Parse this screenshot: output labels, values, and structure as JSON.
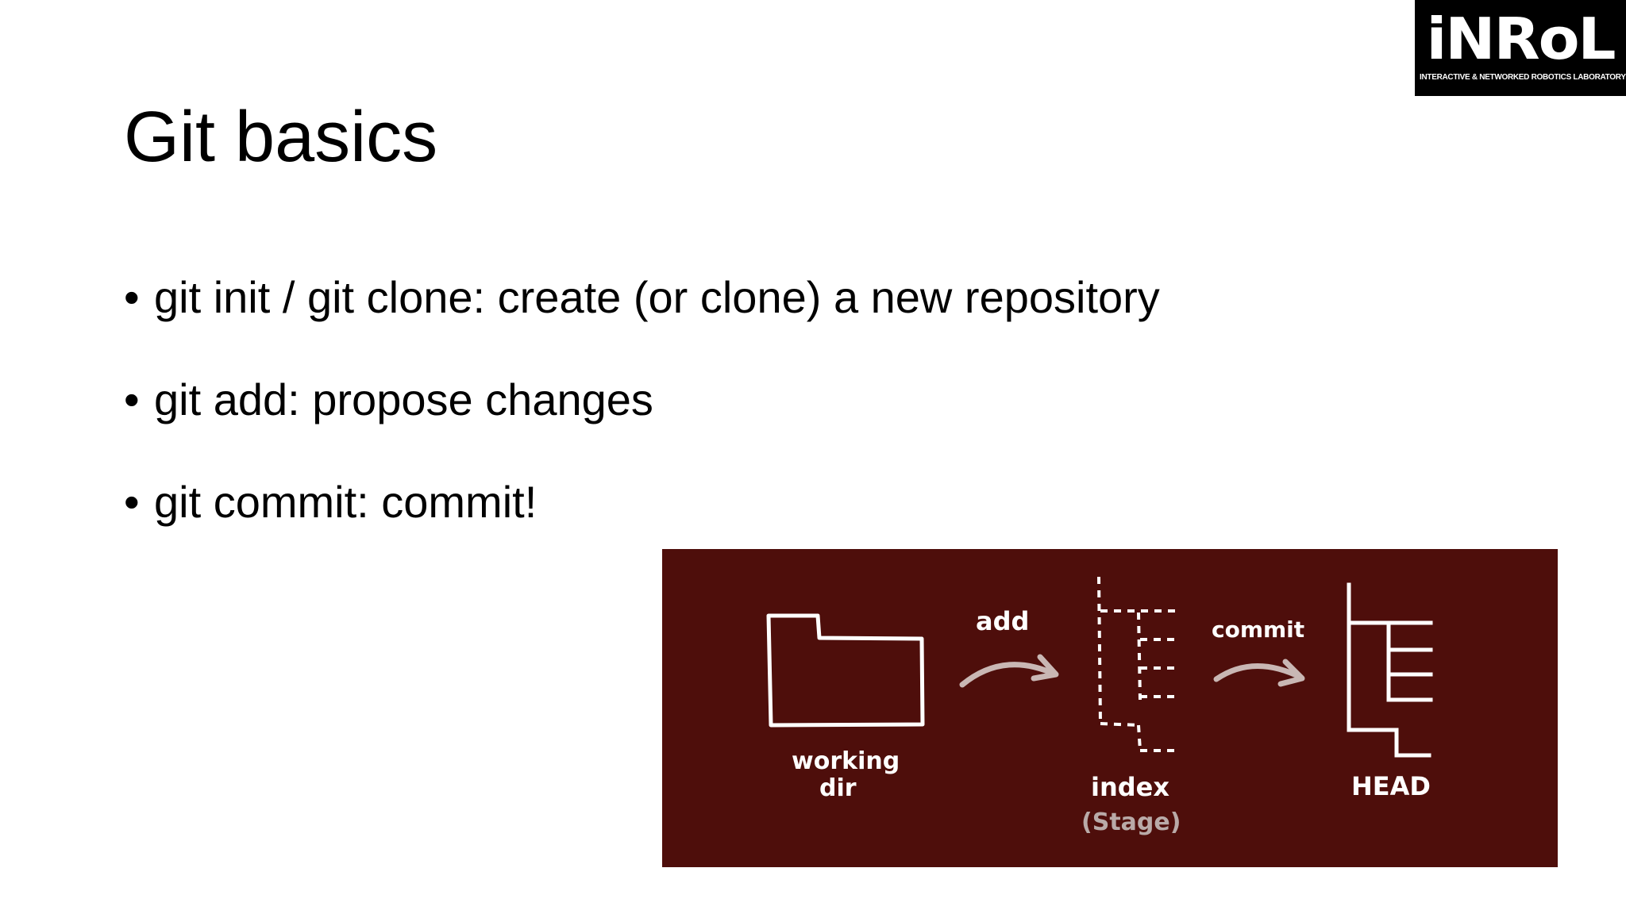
{
  "logo": {
    "mark": "iNRoL",
    "subtitle": "INTERACTIVE & NETWORKED ROBOTICS LABORATORY"
  },
  "slide": {
    "title": "Git basics",
    "bullets": [
      "git init / git clone: create (or clone) a new repository",
      "git add: propose changes",
      "git commit: commit!"
    ]
  },
  "diagram": {
    "working_dir_label_1": "working",
    "working_dir_label_2": "dir",
    "add_label": "add",
    "index_label": "index",
    "index_sublabel": "(Stage)",
    "commit_label": "commit",
    "head_label": "HEAD",
    "colors": {
      "background": "#4e0e0b",
      "chalk": "#ffffff",
      "arrow": "#c9b7b4"
    }
  }
}
